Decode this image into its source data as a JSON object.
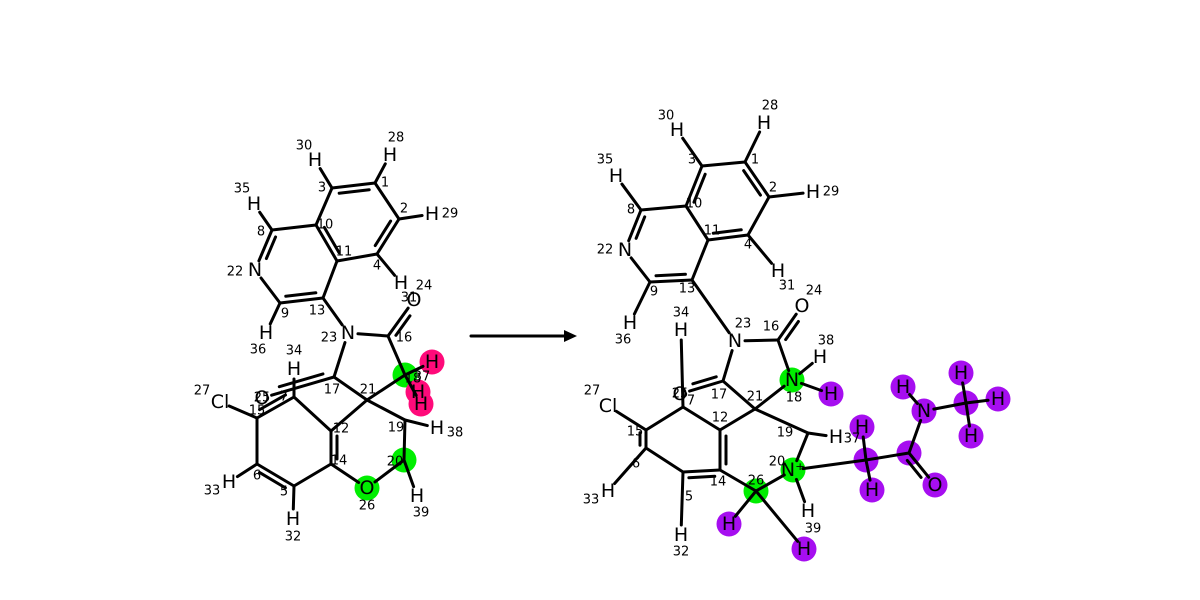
{
  "colors": {
    "green": "#00ee00",
    "magenta": "#ff0a7a",
    "purple": "#a60ef0",
    "bond": "#000000"
  },
  "arrow": {
    "direction": "right",
    "type": "reaction-arrow"
  },
  "left": {
    "atoms": [
      {
        "id": "L1",
        "label": "",
        "idx": "1"
      },
      {
        "id": "L2",
        "label": "",
        "idx": "2"
      },
      {
        "id": "L3",
        "label": "",
        "idx": "3"
      },
      {
        "id": "L4",
        "label": "",
        "idx": "4"
      },
      {
        "id": "L5",
        "label": "",
        "idx": "5"
      },
      {
        "id": "L6",
        "label": "",
        "idx": "6"
      },
      {
        "id": "L7",
        "label": "",
        "idx": "7"
      },
      {
        "id": "L8",
        "label": "",
        "idx": "8"
      },
      {
        "id": "L9",
        "label": "",
        "idx": "9"
      },
      {
        "id": "L10",
        "label": "",
        "idx": "10"
      },
      {
        "id": "L11",
        "label": "",
        "idx": "11"
      },
      {
        "id": "L12",
        "label": "",
        "idx": "12"
      },
      {
        "id": "L13",
        "label": "",
        "idx": "13"
      },
      {
        "id": "L14",
        "label": "",
        "idx": "14"
      },
      {
        "id": "L15",
        "label": "",
        "idx": "15"
      },
      {
        "id": "L16",
        "label": "",
        "idx": "16"
      },
      {
        "id": "L17",
        "label": "",
        "idx": "17"
      },
      {
        "id": "L18",
        "label": "",
        "idx": "18",
        "hl": "green"
      },
      {
        "id": "L19",
        "label": "",
        "idx": "19"
      },
      {
        "id": "L20",
        "label": "",
        "idx": "20",
        "hl": "green"
      },
      {
        "id": "L21",
        "label": "",
        "idx": "21"
      },
      {
        "id": "L22",
        "label": "N",
        "idx": "22"
      },
      {
        "id": "L23",
        "label": "N",
        "idx": "23"
      },
      {
        "id": "L24",
        "label": "O",
        "idx": "24"
      },
      {
        "id": "L25",
        "label": "O",
        "idx": "25"
      },
      {
        "id": "L26",
        "label": "O",
        "idx": "26",
        "hl": "green"
      },
      {
        "id": "L27",
        "label": "Cl",
        "idx": "27"
      },
      {
        "id": "L28",
        "label": "H",
        "idx": "28"
      },
      {
        "id": "L29",
        "label": "H",
        "idx": "29"
      },
      {
        "id": "L30",
        "label": "H",
        "idx": "30"
      },
      {
        "id": "L31",
        "label": "H",
        "idx": "31"
      },
      {
        "id": "L32",
        "label": "H",
        "idx": "32"
      },
      {
        "id": "L33",
        "label": "H",
        "idx": "33"
      },
      {
        "id": "L34",
        "label": "H",
        "idx": "34"
      },
      {
        "id": "L35",
        "label": "H",
        "idx": "35"
      },
      {
        "id": "L36",
        "label": "H",
        "idx": "36"
      },
      {
        "id": "L37",
        "label": "H",
        "idx": "37",
        "hl": "magenta"
      },
      {
        "id": "L38",
        "label": "H",
        "idx": "38"
      },
      {
        "id": "L39",
        "label": "H",
        "idx": "39"
      },
      {
        "id": "LH1",
        "label": "H",
        "idx": "",
        "hl": "magenta"
      },
      {
        "id": "LH2",
        "label": "H",
        "idx": "",
        "hl": "magenta"
      }
    ]
  },
  "right": {
    "atoms": [
      {
        "id": "R1",
        "label": "",
        "idx": "1"
      },
      {
        "id": "R2",
        "label": "",
        "idx": "2"
      },
      {
        "id": "R3",
        "label": "",
        "idx": "3"
      },
      {
        "id": "R4",
        "label": "",
        "idx": "4"
      },
      {
        "id": "R5",
        "label": "",
        "idx": "5"
      },
      {
        "id": "R6",
        "label": "",
        "idx": "6"
      },
      {
        "id": "R7",
        "label": "",
        "idx": "7"
      },
      {
        "id": "R8",
        "label": "",
        "idx": "8"
      },
      {
        "id": "R9",
        "label": "",
        "idx": "9"
      },
      {
        "id": "R10",
        "label": "",
        "idx": "10"
      },
      {
        "id": "R11",
        "label": "",
        "idx": "11"
      },
      {
        "id": "R12",
        "label": "",
        "idx": "12"
      },
      {
        "id": "R13",
        "label": "",
        "idx": "13"
      },
      {
        "id": "R14",
        "label": "",
        "idx": "14"
      },
      {
        "id": "R15",
        "label": "",
        "idx": "15"
      },
      {
        "id": "R16",
        "label": "",
        "idx": "16"
      },
      {
        "id": "R17",
        "label": "",
        "idx": "17"
      },
      {
        "id": "R18",
        "label": "N",
        "idx": "18",
        "hl": "green"
      },
      {
        "id": "R19",
        "label": "",
        "idx": "19"
      },
      {
        "id": "R20",
        "label": "N⁺",
        "idx": "20",
        "hl": "green"
      },
      {
        "id": "R21",
        "label": "",
        "idx": "21"
      },
      {
        "id": "R22",
        "label": "N",
        "idx": "22"
      },
      {
        "id": "R23",
        "label": "N",
        "idx": "23"
      },
      {
        "id": "R24",
        "label": "O",
        "idx": "24"
      },
      {
        "id": "R25",
        "label": "O",
        "idx": "25"
      },
      {
        "id": "R26",
        "label": "",
        "idx": "26",
        "hl": "green"
      },
      {
        "id": "R27",
        "label": "Cl",
        "idx": "27"
      },
      {
        "id": "R28",
        "label": "H",
        "idx": "28"
      },
      {
        "id": "R29",
        "label": "H",
        "idx": "29"
      },
      {
        "id": "R30",
        "label": "H",
        "idx": "30"
      },
      {
        "id": "R31",
        "label": "H",
        "idx": "31"
      },
      {
        "id": "R32",
        "label": "H",
        "idx": "32"
      },
      {
        "id": "R33",
        "label": "H",
        "idx": "33"
      },
      {
        "id": "R34",
        "label": "H",
        "idx": "34"
      },
      {
        "id": "R35",
        "label": "H",
        "idx": "35"
      },
      {
        "id": "R36",
        "label": "H",
        "idx": "36"
      },
      {
        "id": "R37",
        "label": "H",
        "idx": "37"
      },
      {
        "id": "R38",
        "label": "H",
        "idx": "38"
      },
      {
        "id": "R39",
        "label": "H",
        "idx": "39"
      },
      {
        "id": "RP1",
        "label": "H",
        "idx": "",
        "hl": "purple"
      },
      {
        "id": "RP2",
        "label": "H",
        "idx": "",
        "hl": "purple"
      },
      {
        "id": "RP3",
        "label": "H",
        "idx": "",
        "hl": "purple"
      },
      {
        "id": "RP4",
        "label": "H",
        "idx": "",
        "hl": "purple"
      },
      {
        "id": "RP5",
        "label": "",
        "idx": "",
        "hl": "purple"
      },
      {
        "id": "RP6",
        "label": "H",
        "idx": "",
        "hl": "purple"
      },
      {
        "id": "RP7",
        "label": "",
        "idx": "",
        "hl": "purple"
      },
      {
        "id": "RP8",
        "label": "O",
        "idx": "",
        "hl": "purple"
      },
      {
        "id": "RP9",
        "label": "N",
        "idx": "",
        "hl": "purple"
      },
      {
        "id": "RP10",
        "label": "H",
        "idx": "",
        "hl": "purple"
      },
      {
        "id": "RP11",
        "label": "",
        "idx": "",
        "hl": "purple"
      },
      {
        "id": "RP12",
        "label": "H",
        "idx": "",
        "hl": "purple"
      },
      {
        "id": "RP13",
        "label": "H",
        "idx": "",
        "hl": "purple"
      },
      {
        "id": "RP14",
        "label": "H",
        "idx": "",
        "hl": "purple"
      }
    ]
  }
}
